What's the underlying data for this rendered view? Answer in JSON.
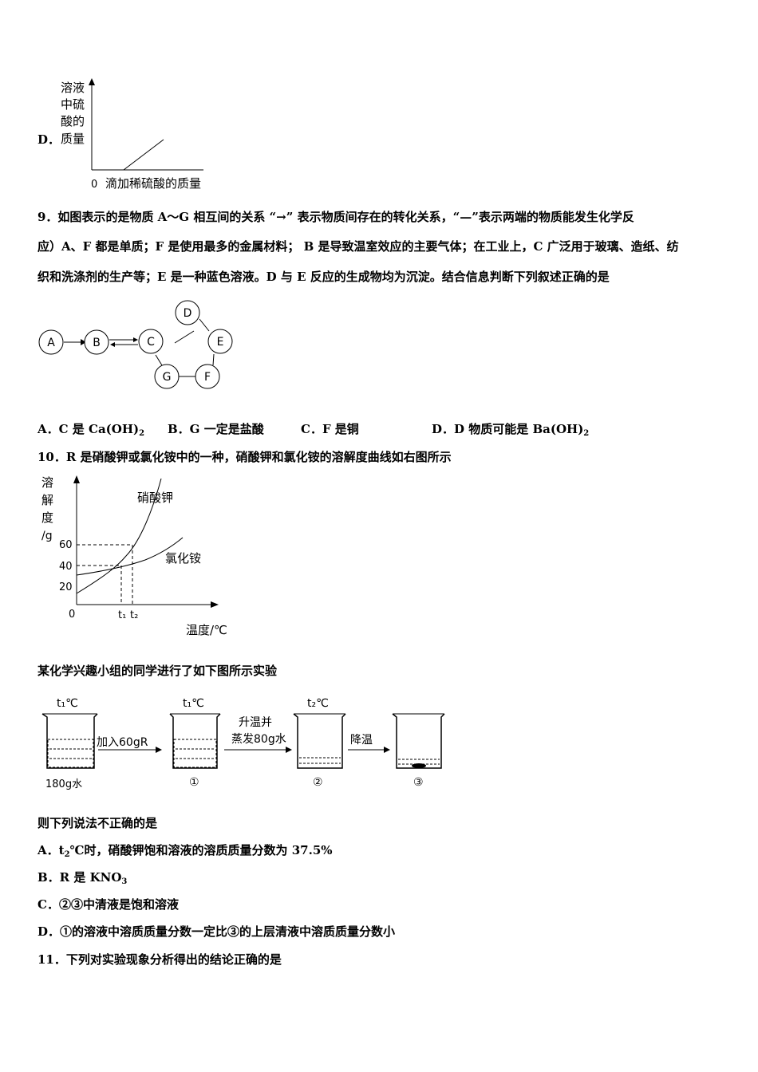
{
  "q8": {
    "option_label": "D．",
    "ylabel_lines": [
      "溶液",
      "中硫",
      "酸的",
      "质量"
    ],
    "origin": "0",
    "xlabel": "滴加稀硫酸的质量"
  },
  "q9": {
    "stem_lines": [
      "9．如图表示的是物质 A～G 相互间的关系 “→” 表示物质间存在的转化关系，“—”表示两端的物质能发生化学反",
      "应）A、F 都是单质；F 是使用最多的金属材料； B 是导致温室效应的主要气体；在工业上，C 广泛用于玻璃、造纸、纺",
      "织和洗涤剂的生产等；E 是一种蓝色溶液。D 与 E 反应的生成物均为沉淀。结合信息判断下列叙述正确的是"
    ],
    "nodes": [
      "A",
      "B",
      "C",
      "D",
      "E",
      "F",
      "G"
    ],
    "options": {
      "a_pre": "A．C 是 Ca(OH)",
      "a_sub": "2",
      "b": "B．G 一定是盐酸",
      "c": "C．F 是铜",
      "d_pre": "D．D 物质可能是 Ba(OH)",
      "d_sub": "2"
    }
  },
  "q10": {
    "stem": "10．R 是硝酸钾或氯化铵中的一种，硝酸钾和氯化铵的溶解度曲线如右图所示",
    "chart": {
      "ylabel_lines": [
        "溶",
        "解",
        "度",
        "/g"
      ],
      "yticks": [
        "60",
        "40",
        "20"
      ],
      "origin": "0",
      "xticks": [
        "t₁",
        "t₂"
      ],
      "xlabel": "温度/℃",
      "curve1": "硝酸钾",
      "curve2": "氯化铵"
    },
    "experiment_intro": "某化学兴趣小组的同学进行了如下图所示实验",
    "experiment": {
      "temp1": "t₁℃",
      "temp2": "t₁℃",
      "temp3": "t₂℃",
      "step1": "加入60gR",
      "step2_line1": "升温并",
      "step2_line2": "蒸发80g水",
      "step3": "降温",
      "beaker0": "180g水",
      "beaker1": "①",
      "beaker2": "②",
      "beaker3": "③"
    },
    "question": "则下列说法不正确的是",
    "opt_a_pre": "A．t",
    "opt_a_sub": "2",
    "opt_a_post": "℃时，硝酸钾饱和溶液的溶质质量分数为 37.5%",
    "opt_b_pre": "B．R 是 KNO",
    "opt_b_sub": "3",
    "opt_c": "C．②③中清液是饱和溶液",
    "opt_d": "D．①的溶液中溶质质量分数一定比③的上层清液中溶质质量分数小"
  },
  "q11": {
    "stem": "11．下列对实验现象分析得出的结论正确的是"
  }
}
